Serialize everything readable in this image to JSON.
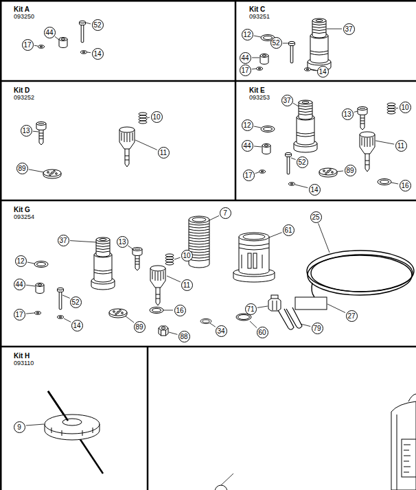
{
  "diagram": {
    "nodes": [
      {
        "text": [
          "Kit A",
          "093250"
        ]
      },
      {
        "text": [
          "Kit C",
          "093251"
        ]
      },
      {
        "text": [
          "Kit D",
          "093252"
        ]
      },
      {
        "text": [
          "Kit E",
          "093253"
        ]
      },
      {
        "text": [
          "Kit G",
          "093254"
        ]
      },
      {
        "text": [
          "Kit H",
          "093110"
        ]
      }
    ],
    "labels": [
      "44",
      "52",
      "17",
      "14",
      "12",
      "37",
      "52",
      "44",
      "17",
      "14",
      "13",
      "10",
      "11",
      "89",
      "37",
      "13",
      "10",
      "12",
      "11",
      "44",
      "52",
      "17",
      "89",
      "14",
      "16",
      "7",
      "25",
      "61",
      "37",
      "13",
      "10",
      "12",
      "11",
      "71",
      "44",
      "52",
      "16",
      "89",
      "17",
      "14",
      "34",
      "88",
      "60",
      "79",
      "27",
      "9"
    ]
  }
}
